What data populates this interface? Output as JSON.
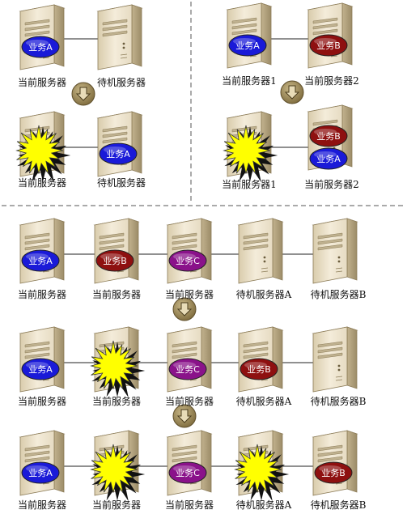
{
  "colors": {
    "service_a": "#1a1ad8",
    "service_b": "#8e1010",
    "service_c": "#8a128a",
    "server_light": "#f2ead8",
    "server_dark": "#cbbd9c",
    "arrow_circle": "#8a7a50",
    "explosion": "#ffff00"
  },
  "icons": {
    "server": "server-tower-icon",
    "failure": "explosion-icon",
    "flow": "down-arrow-icon"
  },
  "services": {
    "a": "业务A",
    "b": "业务B",
    "c": "业务C"
  },
  "labels": {
    "current_server": "当前服务器",
    "standby_server": "待机服务器",
    "current_server_1": "当前服务器1",
    "current_server_2": "当前服务器2",
    "standby_server_a": "待机服务器A",
    "standby_server_b": "待机服务器B"
  },
  "diagrams": {
    "top_left": {
      "before": [
        "当前服务器 · 业务A",
        "待机服务器"
      ],
      "after": [
        "当前服务器 · 故障",
        "待机服务器 · 业务A"
      ]
    },
    "top_right": {
      "before": [
        "当前服务器1 · 业务A",
        "当前服务器2 · 业务B"
      ],
      "after": [
        "当前服务器1 · 故障",
        "当前服务器2 · 业务B + 业务A"
      ]
    },
    "bottom": {
      "step1": [
        "业务A",
        "业务B",
        "业务C",
        "待机服务器A",
        "待机服务器B"
      ],
      "step2": [
        "业务A",
        "故障",
        "业务C",
        "待机服务器A · 业务B",
        "待机服务器B"
      ],
      "step3": [
        "业务A",
        "故障",
        "业务C",
        "故障",
        "待机服务器B · 业务B"
      ]
    }
  }
}
